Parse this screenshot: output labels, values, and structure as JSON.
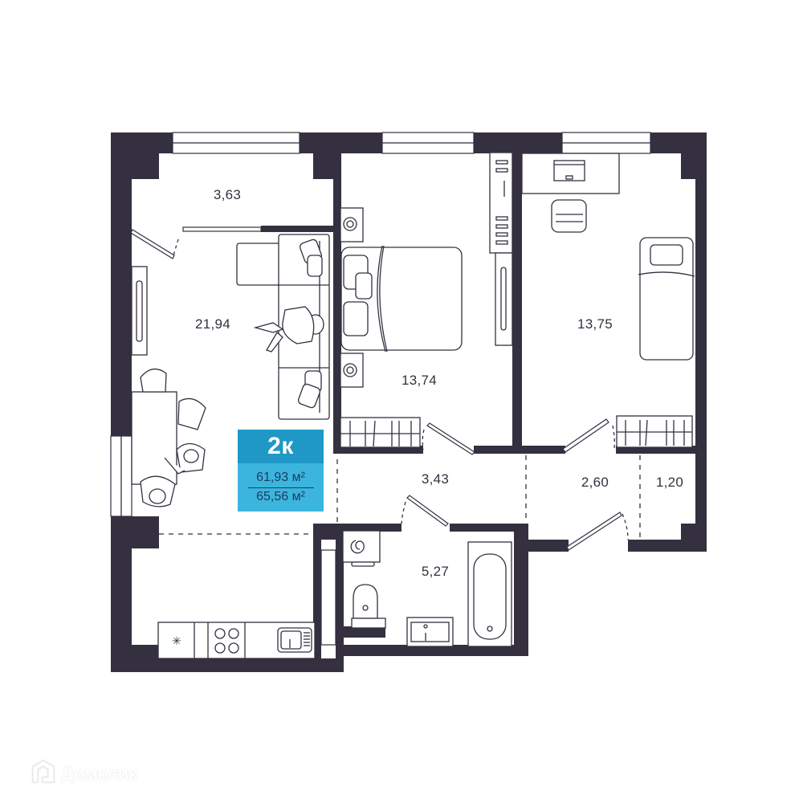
{
  "apartment": {
    "rooms_label": "2к",
    "living_area": "61,93 м²",
    "total_area": "65,56 м²"
  },
  "rooms": [
    {
      "id": "balcony",
      "area": "3,63"
    },
    {
      "id": "living-room",
      "area": "21,94"
    },
    {
      "id": "bedroom-1",
      "area": "13,74"
    },
    {
      "id": "bedroom-2",
      "area": "13,75"
    },
    {
      "id": "hallway-1",
      "area": "3,43"
    },
    {
      "id": "hallway-2",
      "area": "2,60"
    },
    {
      "id": "closet",
      "area": "1,20"
    },
    {
      "id": "bathroom",
      "area": "5,27"
    }
  ],
  "watermark": {
    "text": "Домклик",
    "icon": "house-logo-icon"
  },
  "colors": {
    "wall": "#35303f",
    "badge_top": "#1f98c6",
    "badge_bottom": "#3cb5de",
    "badge_text": "#1d3b5a"
  }
}
